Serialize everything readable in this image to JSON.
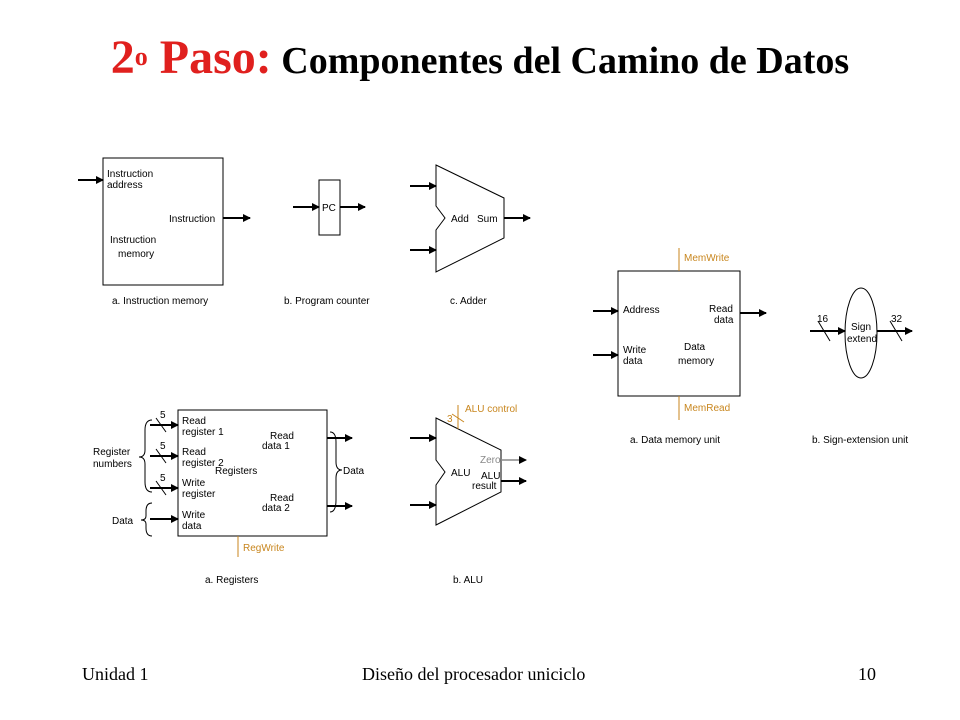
{
  "title": {
    "number": "2",
    "superscript": "o",
    "main": " Paso:",
    "subtitle": " Componentes del Camino de Datos"
  },
  "instruction_memory": {
    "input_label": "Instruction address",
    "output_label": "Instruction",
    "block_label": "Instruction memory",
    "caption": "a. Instruction memory"
  },
  "program_counter": {
    "block_label": "PC",
    "caption": "b. Program counter"
  },
  "adder": {
    "label_add": "Add",
    "label_sum": "Sum",
    "caption": "c. Adder"
  },
  "registers": {
    "read_register_1": "Read register 1",
    "read_register_2": "Read register 2",
    "write_register": "Write register",
    "write_data": "Write data",
    "block_label": "Registers",
    "read_data_1": "Read data 1",
    "read_data_2": "Read data 2",
    "width_label": "5",
    "register_numbers_label": "Register numbers",
    "data_label": "Data",
    "output_group_label": "Data",
    "control_label": "RegWrite",
    "caption": "a. Registers"
  },
  "alu": {
    "control_label": "ALU control",
    "control_width": "3",
    "block_label": "ALU",
    "zero_label": "Zero",
    "result_label": "ALU result",
    "caption": "b. ALU"
  },
  "data_memory": {
    "address_label": "Address",
    "write_data_label": "Write data",
    "read_data_label": "Read data",
    "block_label": "Data memory",
    "write_control": "MemWrite",
    "read_control": "MemRead",
    "caption": "a. Data memory unit"
  },
  "sign_extend": {
    "input_width": "16",
    "output_width": "32",
    "block_label": "Sign extend",
    "caption": "b. Sign-extension unit"
  },
  "footer": {
    "left": "Unidad 1",
    "center": "Diseño del procesador uniciclo",
    "right": "10"
  },
  "colors": {
    "title": "#e0201e",
    "control": "#c8861e"
  }
}
